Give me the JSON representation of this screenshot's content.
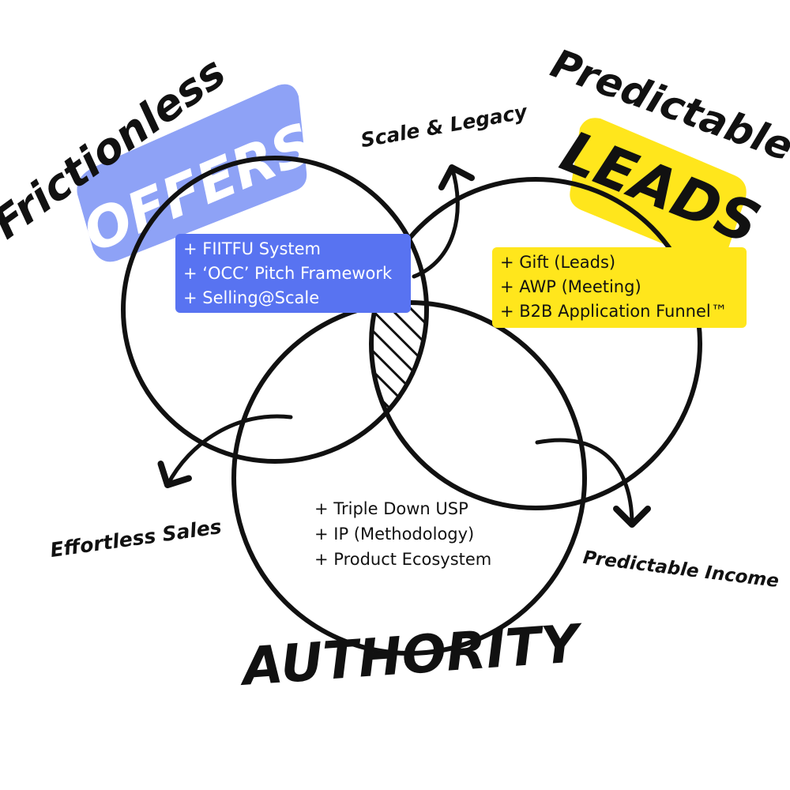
{
  "offers": {
    "title_top": "Frictionless",
    "title_badge": "OFFERS",
    "items": [
      "+ FIITFU System",
      "+ ‘OCC’ Pitch Framework",
      "+ Selling@Scale"
    ]
  },
  "leads": {
    "title_top": "Predictable",
    "title_badge": "LEADS",
    "items": [
      "+ Gift (Leads)",
      "+ AWP (Meeting)",
      "+ B2B Application Funnel™"
    ]
  },
  "authority": {
    "title": "AUTHORITY",
    "items": [
      "+ Triple Down USP",
      "+ IP (Methodology)",
      "+ Product Ecosystem"
    ]
  },
  "outcomes": {
    "scale": "Scale & Legacy",
    "sales": "Effortless Sales",
    "income": "Predictable Income"
  },
  "colors": {
    "offers_badge": "#8ea2f6",
    "offers_list": "#5873f1",
    "leads_badge": "#ffe61c",
    "ink": "#111111"
  }
}
